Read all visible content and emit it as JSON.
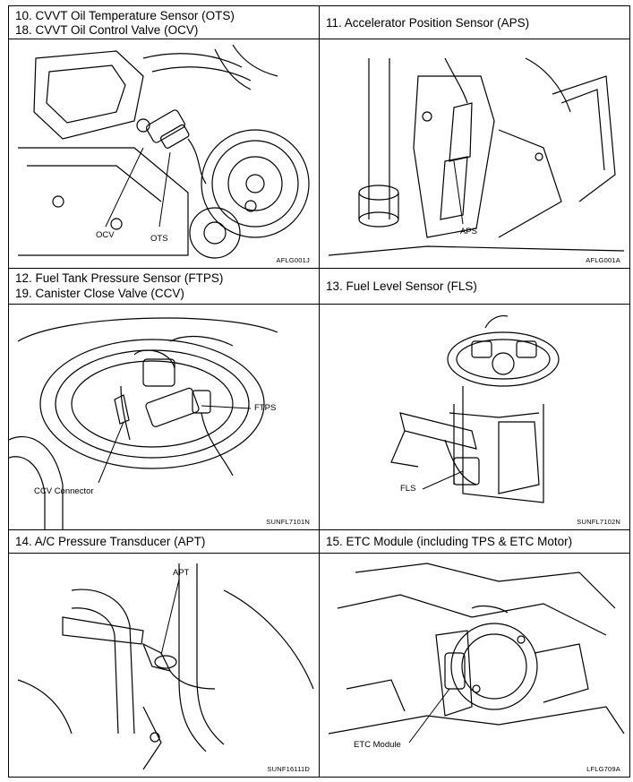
{
  "panels": [
    {
      "title_lines": [
        "10. CVVT Oil Temperature Sensor (OTS)",
        "18. CVVT Oil Control Valve (OCV)"
      ],
      "callouts": [
        "OCV",
        "OTS"
      ],
      "figure_code": "AFLG001J"
    },
    {
      "title_lines": [
        "11. Accelerator Position Sensor (APS)"
      ],
      "callouts": [
        "APS"
      ],
      "figure_code": "AFLG001A"
    },
    {
      "title_lines": [
        "12. Fuel Tank Pressure Sensor (FTPS)",
        "19. Canister Close Valve (CCV)"
      ],
      "callouts": [
        "FTPS",
        "CCV Connector"
      ],
      "figure_code": "SUNFL7101N"
    },
    {
      "title_lines": [
        "13. Fuel Level Sensor (FLS)"
      ],
      "callouts": [
        "FLS"
      ],
      "figure_code": "SUNFL7102N"
    },
    {
      "title_lines": [
        "14. A/C Pressure Transducer (APT)"
      ],
      "callouts": [
        "APT"
      ],
      "figure_code": "SUNF16111D"
    },
    {
      "title_lines": [
        "15. ETC Module (including TPS & ETC Motor)"
      ],
      "callouts": [
        "ETC Module"
      ],
      "figure_code": "LFLG709A"
    }
  ]
}
